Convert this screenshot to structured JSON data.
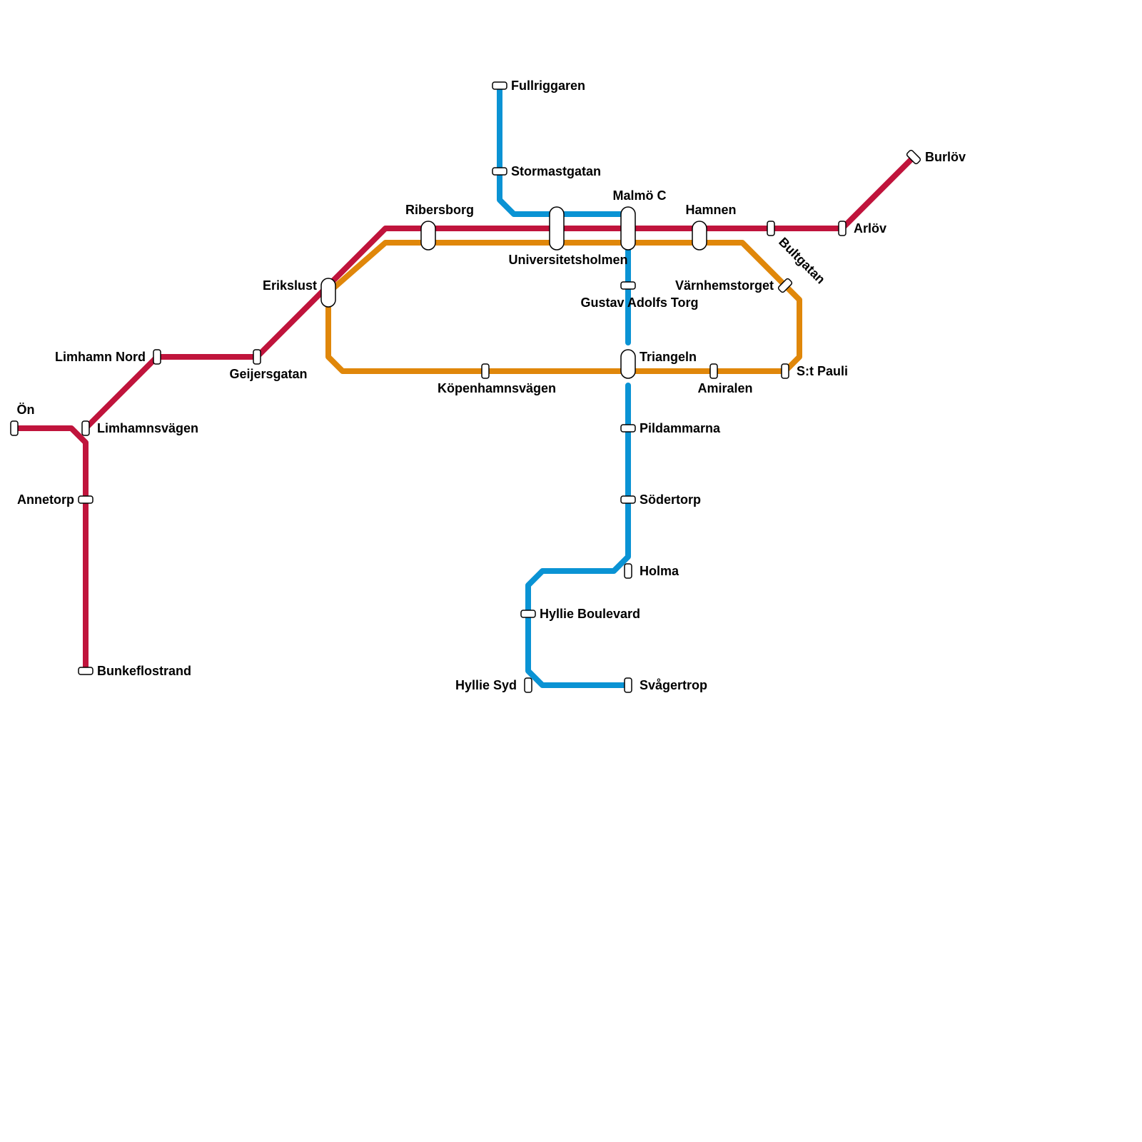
{
  "colors": {
    "red_line": "#c0143c",
    "orange_line": "#e0870a",
    "blue_line": "#0a93d4"
  },
  "stations": {
    "fullriggaren": "Fullriggaren",
    "stormastgatan": "Stormastgatan",
    "malmo_c": "Malmö C",
    "ribersborg": "Ribersborg",
    "hamnen": "Hamnen",
    "burlov": "Burlöv",
    "arlov": "Arlöv",
    "bultgatan": "Bultgatan",
    "universitetsholmen": "Universitetsholmen",
    "varnhemstorget": "Värnhemstorget",
    "erikslust": "Erikslust",
    "gustav_adolfs_torg": "Gustav Adolfs Torg",
    "limhamn_nord": "Limhamn Nord",
    "triangeln": "Triangeln",
    "s_t_pauli": "S:t Pauli",
    "geijersgatan": "Geijersgatan",
    "kopenhamnsvagen": "Köpenhamnsvägen",
    "amiralen": "Amiralen",
    "on": "Ön",
    "limhamnsvagen": "Limhamnsvägen",
    "pildammarna": "Pildammarna",
    "annetorp": "Annetorp",
    "sodertorp": "Södertorp",
    "holma": "Holma",
    "hyllie_boulevard": "Hyllie Boulevard",
    "bunkeflostrand": "Bunkeflostrand",
    "hyllie_syd": "Hyllie Syd",
    "svagertrop": "Svågertrop"
  }
}
